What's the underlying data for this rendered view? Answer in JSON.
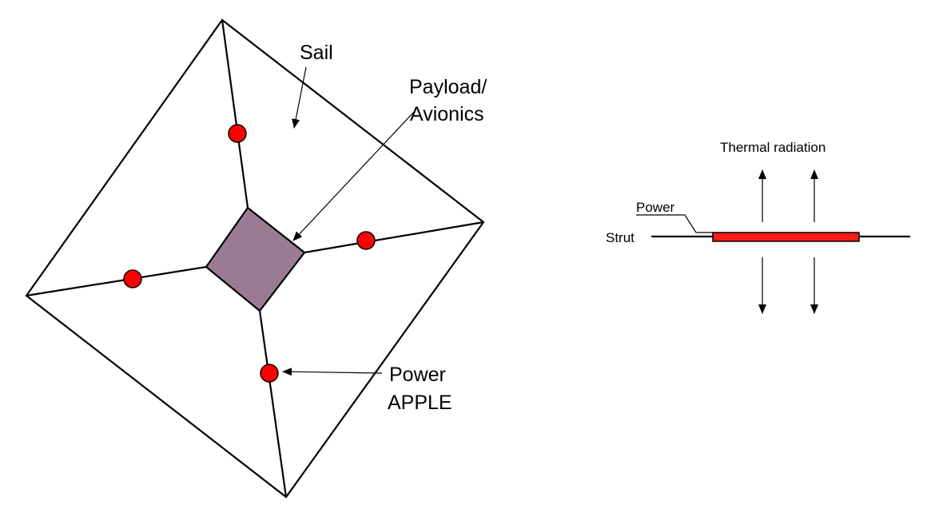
{
  "left_diagram": {
    "labels": {
      "sail": "Sail",
      "payload_line1": "Payload/",
      "payload_line2": "Avionics",
      "power_line1": "Power",
      "power_line2": "APPLE"
    },
    "colors": {
      "payload_box": "#9b7b93",
      "power_node": "#ff0000"
    }
  },
  "right_diagram": {
    "labels": {
      "thermal_radiation": "Thermal radiation",
      "power": "Power",
      "strut": "Strut"
    },
    "colors": {
      "power_strip": "#ff1a1a"
    }
  }
}
